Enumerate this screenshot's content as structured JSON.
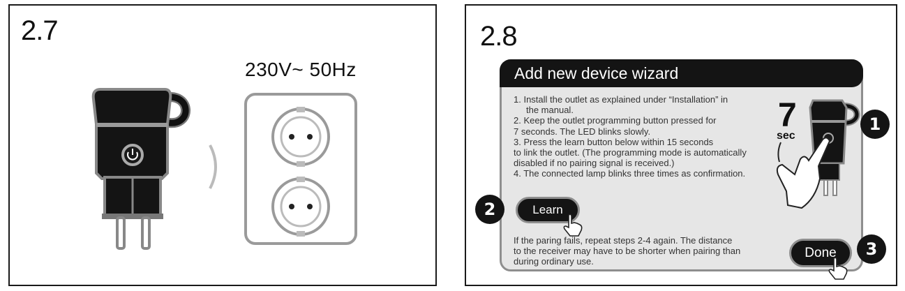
{
  "panel_left": {
    "step": "2.7",
    "voltage": "230V~ 50Hz"
  },
  "panel_right": {
    "step": "2.8",
    "wizard": {
      "title": "Add new device wizard",
      "instructions": [
        "1.  Install the outlet as explained under “Installation” in",
        "the manual.",
        "2.  Keep the outlet programming button pressed for",
        "7 seconds. The LED blinks slowly.",
        "3.  Press the learn button below within 15 seconds",
        "to link the outlet. (The programming mode is automatically",
        "disabled if no pairing signal is received.)",
        "4.  The connected lamp blinks three times as confirmation."
      ],
      "learn_label": "Learn",
      "footer": [
        "If the paring fails, repeat steps 2-4 again. The distance",
        "to the receiver may have to be shorter when pairing than",
        "during ordinary use."
      ],
      "done_label": "Done",
      "hold_value": "7",
      "hold_unit": "sec"
    },
    "badges": [
      "1",
      "2",
      "3"
    ]
  },
  "icons": [
    "smart-plug-icon",
    "power-button-icon",
    "wall-socket-icon",
    "arrow-right-icon",
    "pointing-hand-icon",
    "cursor-hand-icon"
  ]
}
